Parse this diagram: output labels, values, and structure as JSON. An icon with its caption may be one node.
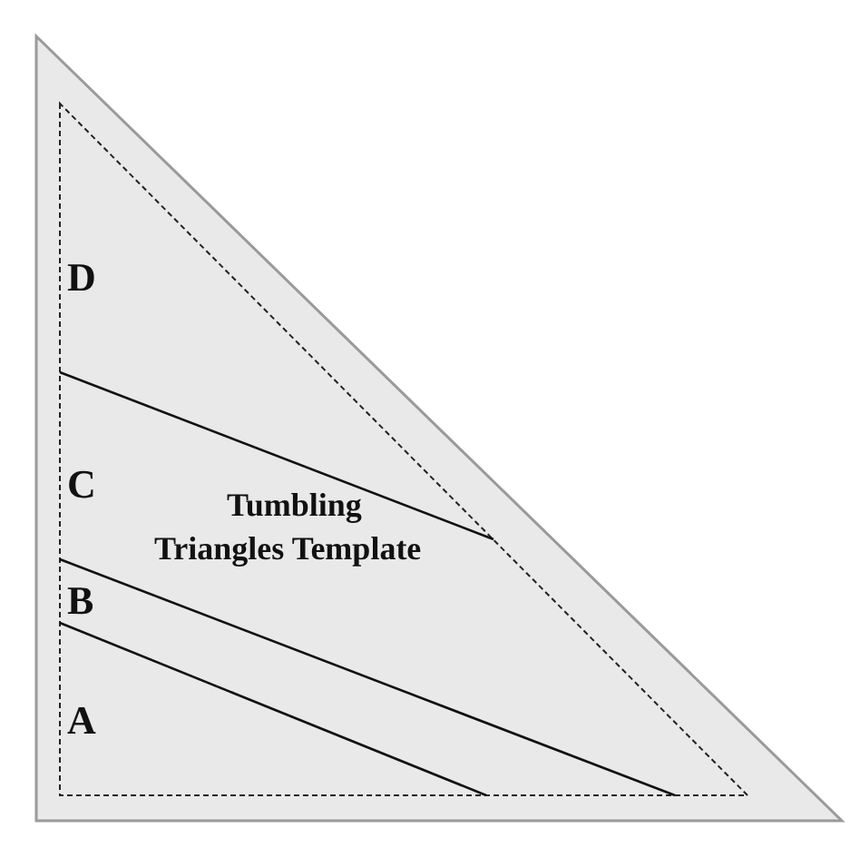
{
  "diagram": {
    "labels": [
      "D",
      "C",
      "Tumbling Triangles Template",
      "B",
      "A"
    ]
  }
}
